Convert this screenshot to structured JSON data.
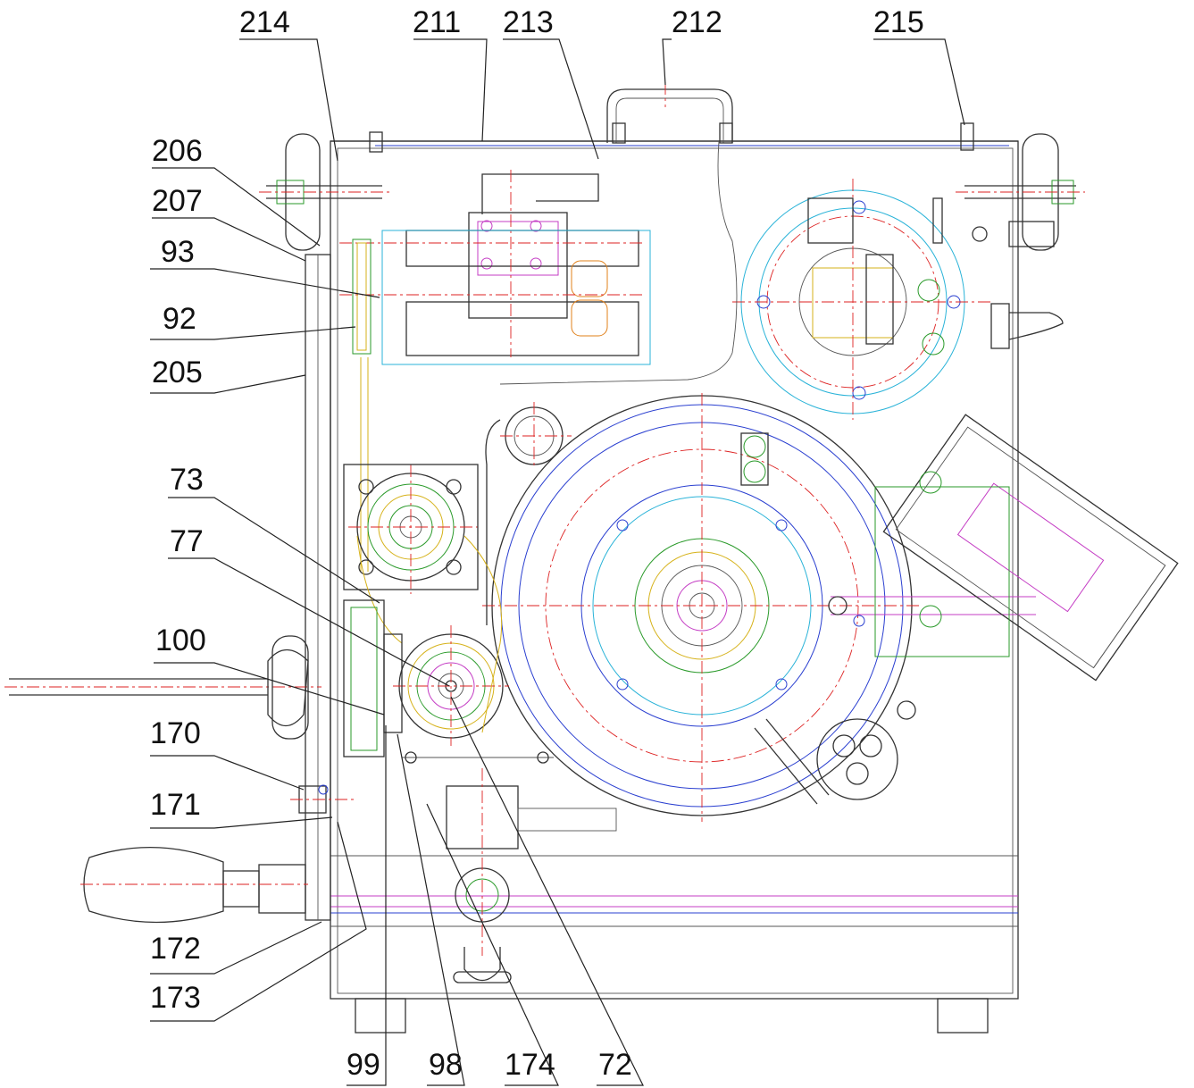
{
  "labels": [
    {
      "text": "214"
    },
    {
      "text": "211"
    },
    {
      "text": "213"
    },
    {
      "text": "212"
    },
    {
      "text": "215"
    },
    {
      "text": "206"
    },
    {
      "text": "207"
    },
    {
      "text": "93"
    },
    {
      "text": "92"
    },
    {
      "text": "205"
    },
    {
      "text": "73"
    },
    {
      "text": "77"
    },
    {
      "text": "100"
    },
    {
      "text": "170"
    },
    {
      "text": "171"
    },
    {
      "text": "172"
    },
    {
      "text": "173"
    },
    {
      "text": "99"
    },
    {
      "text": "98"
    },
    {
      "text": "174"
    },
    {
      "text": "72"
    }
  ],
  "colors": {
    "outline": "#333333",
    "blue": "#2a3fd0",
    "cyan": "#2ab3d8",
    "magenta": "#c43cc4",
    "red_centerline": "#dd2222",
    "yellow": "#d6b21a",
    "green": "#2a9a2a",
    "orange": "#e0801a"
  }
}
